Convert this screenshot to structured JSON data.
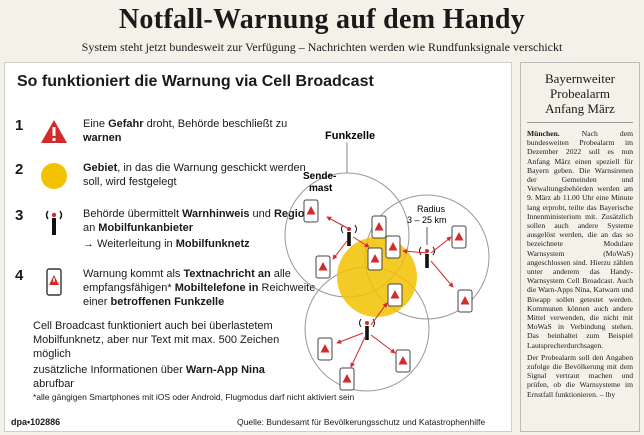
{
  "headline": "Notfall-Warnung auf dem Handy",
  "subline": "System steht jetzt bundesweit zur Verfügung – Nachrichten werden wie Rundfunksignale verschickt",
  "graphic": {
    "title": "So funktioniert die Warnung via Cell Broadcast",
    "steps": [
      {
        "num": "1",
        "icon": "warning-triangle-icon",
        "parts": [
          {
            "t": "Eine "
          },
          {
            "t": "Gefahr",
            "b": true
          },
          {
            "t": " droht, Behörde beschließt zu "
          },
          {
            "t": "warnen",
            "b": true
          }
        ]
      },
      {
        "num": "2",
        "icon": "area-circle-icon",
        "parts": [
          {
            "t": "Gebiet",
            "b": true
          },
          {
            "t": ", in das die Warnung geschickt werden soll, wird festgelegt"
          }
        ]
      },
      {
        "num": "3",
        "icon": "antenna-icon",
        "parts": [
          {
            "t": "Behörde übermittelt "
          },
          {
            "t": "Warnhinweis",
            "b": true
          },
          {
            "t": " und "
          },
          {
            "t": "Region",
            "b": true
          },
          {
            "t": " an "
          },
          {
            "t": "Mobilfunkanbieter",
            "b": true
          }
        ],
        "sub": [
          {
            "t": "→ Weiterleitung in "
          },
          {
            "t": "Mobilfunknetz",
            "b": true
          }
        ]
      },
      {
        "num": "4",
        "icon": "phone-warning-icon",
        "parts": [
          {
            "t": "Warnung kommt als "
          },
          {
            "t": "Textnachricht an",
            "b": true
          },
          {
            "t": " alle empfangsfähigen* "
          },
          {
            "t": "Mobiltelefone in",
            "b": true
          },
          {
            "t": " Reichweite einer "
          },
          {
            "t": "betroffenen Funkzelle",
            "b": true
          }
        ]
      }
    ],
    "note1": "Cell Broadcast funktioniert auch bei überlastetem Mobilfunknetz, aber nur Text mit max. 500 Zeichen möglich",
    "note2_parts": [
      {
        "t": "zusätzliche Informationen über "
      },
      {
        "t": "Warn-App Nina",
        "b": true
      },
      {
        "t": " abrufbar"
      }
    ],
    "footnote": "*alle gängigen Smartphones mit iOS oder Android, Flugmodus darf nicht aktiviert sein",
    "credit": "dpa•102886",
    "source": "Quelle: Bundesamt für Bevölkerungsschutz und Katastrophenhilfe",
    "diagram": {
      "cell_label": "Funkzelle",
      "mast_label_1": "Sende-",
      "mast_label_2": "mast",
      "radius_label_1": "Radius",
      "radius_label_2": "3 – 25 km"
    },
    "colors": {
      "warning": "#d32b2b",
      "area": "#f2c200",
      "arrow": "#d32b2b"
    }
  },
  "sidebar": {
    "title_lines": [
      "Bayernweiter",
      "Probealarm",
      "Anfang März"
    ],
    "para1_lead": "München.",
    "para1": " Nach dem bundesweiten Probealarm im Dezember 2022 soll es nun Anfang März einen speziell für Bayern geben. Die Warnsirenen der Gemeinden und Verwaltungsbehörden werden am 9. März ab 11.00 Uhr eine Minute lang erprobt, teilte das Bayerische Innenministerium mit. Zusätzlich sollen auch andere Systeme ausgelöst werden, die an das so bezeichnete Modulare Warnsystem (MoWaS) angeschlossen sind. Hierzu zählen unter anderem das Handy-Warnsystem Cell Broadcast. Auch die Warn-Apps Nina, Katwarn und Biwapp sollen getestet werden. Kommunen können auch andere Mittel verwenden, die nicht mit MoWaS in Verbindung stehen. Das beinhaltet zum Beispiel Lautsprecherdurchsagen.",
    "para2": "Der Probealarm soll den Angaben zufolge die Bevölkerung mit dem Signal vertraut machen und prüfen, ob die Warnsysteme im Ernstfall funktionieren. – lby"
  }
}
